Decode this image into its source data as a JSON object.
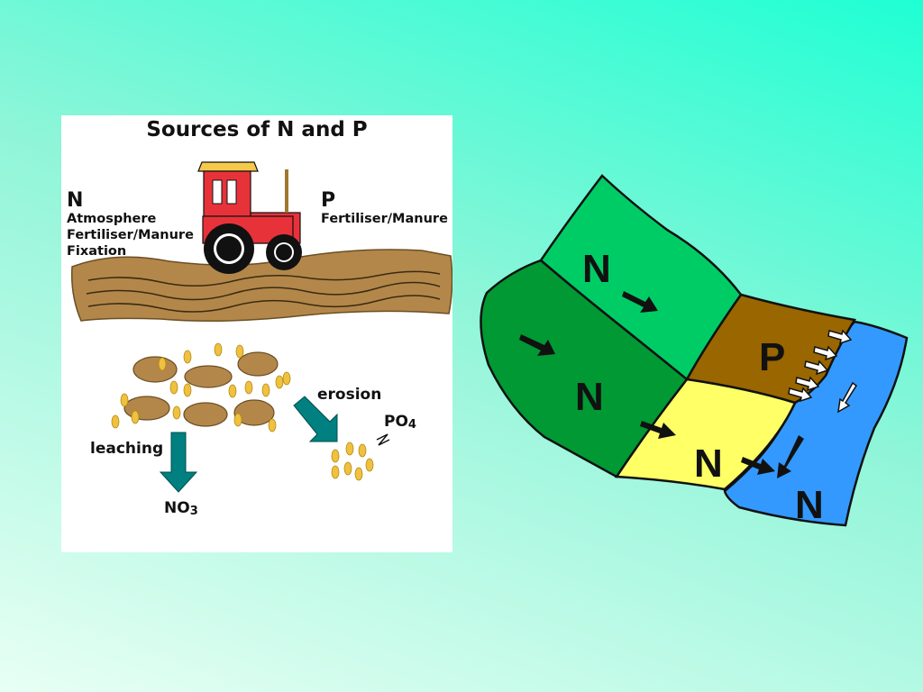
{
  "panel": {
    "title": "Sources of N and P",
    "n_source": {
      "heading": "N",
      "items": [
        "Atmosphere",
        "Fertiliser/Manure",
        "Fixation"
      ]
    },
    "p_source": {
      "heading": "P",
      "items": [
        "Fertiliser/Manure"
      ]
    },
    "pathways": {
      "leaching": "leaching",
      "no3_main": "NO",
      "no3_sub": "3",
      "erosion": "erosion",
      "po4_main": "PO",
      "po4_sub": "4"
    }
  },
  "map": {
    "fields": [
      {
        "name": "top-field",
        "letter": "N",
        "color": "#00cc66"
      },
      {
        "name": "left-field",
        "letter": "N",
        "color": "#009933"
      },
      {
        "name": "phosphorus-field",
        "letter": "P",
        "color": "#996600"
      },
      {
        "name": "yellow-field",
        "letter": "N",
        "color": "#ffff66"
      },
      {
        "name": "water-body",
        "letter": "N",
        "color": "#3399ff"
      }
    ]
  },
  "colors": {
    "soil": "#b3874a",
    "tractor_body": "#e8323a",
    "tractor_roof": "#f5c94a",
    "pathway_arrow": "#008080",
    "particle": "#f0c040"
  }
}
